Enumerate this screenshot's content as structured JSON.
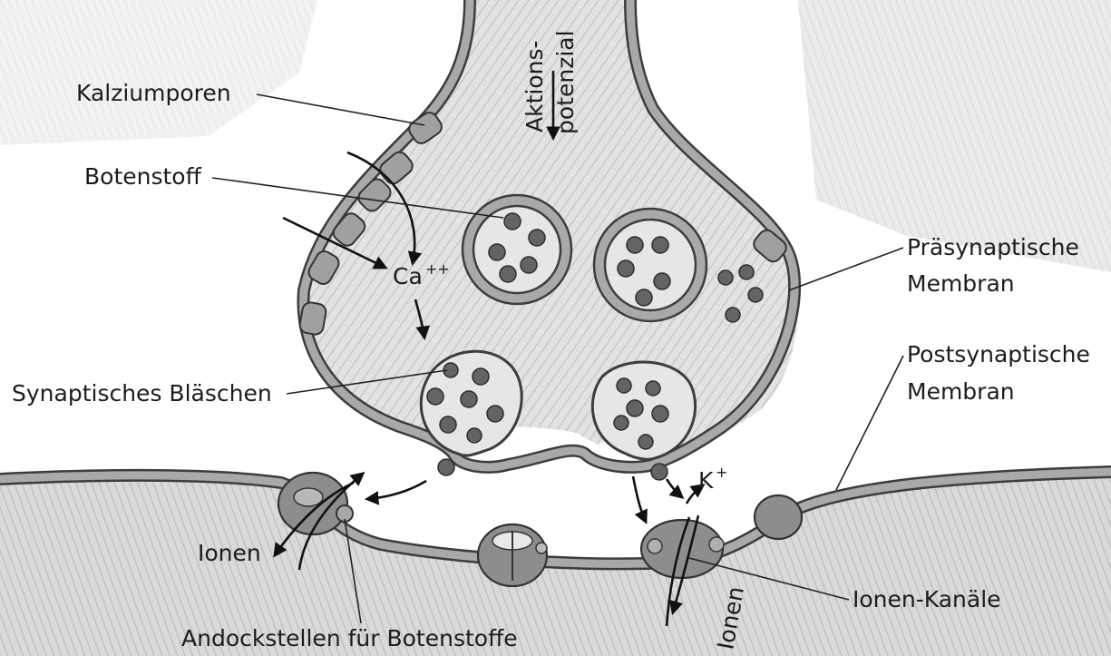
{
  "diagram": {
    "labels": {
      "kalziumporen": "Kalziumporen",
      "botenstoff": "Botenstoff",
      "calcium_base": "Ca",
      "calcium_charge": "++",
      "synaptisches_blaeschen": "Synaptisches Bläschen",
      "praesynaptische_line1": "Präsynaptische",
      "praesynaptische_line2": "Membran",
      "postsynaptische_line1": "Postsynaptische",
      "postsynaptische_line2": "Membran",
      "aktionspotenzial_line1": "Aktions-",
      "aktionspotenzial_line2": "potenzial",
      "kalium_base": "K",
      "kalium_charge": "+",
      "ionen_left": "Ionen",
      "ionen_right": "Ionen",
      "ionen_kanaele": "Ionen-Kanäle",
      "andockstellen": "Andockstellen für Botenstoffe"
    }
  }
}
